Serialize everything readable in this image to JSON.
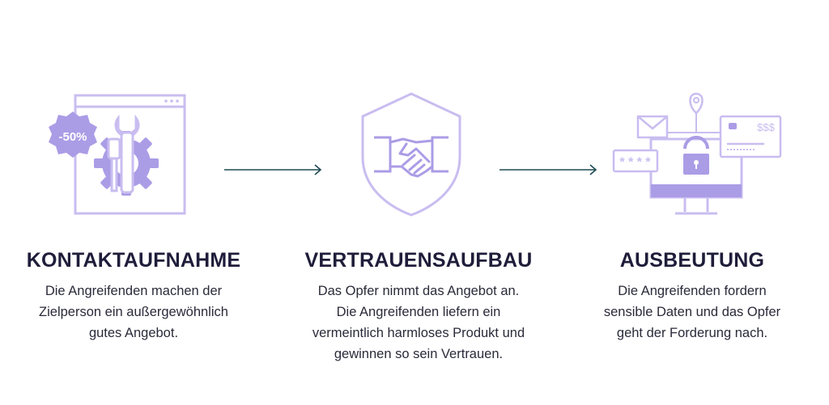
{
  "steps": [
    {
      "title": "KONTAKTAUFNAHME",
      "lines": [
        "Die Angreifenden machen der",
        "Zielperson ein außergewöhnlich",
        "gutes Angebot."
      ],
      "badge": "-50%"
    },
    {
      "title": "VERTRAUENSAUFBAU",
      "lines": [
        "Das Opfer nimmt das Angebot an.",
        "Die Angreifenden liefern ein",
        "vermeintlich harmloses Produkt und",
        "gewinnen so sein Vertrauen."
      ]
    },
    {
      "title": "AUSBEUTUNG",
      "lines": [
        "Die Angreifenden fordern",
        "sensible Daten und das Opfer",
        "geht der Forderung nach."
      ],
      "password_mask": "****",
      "currency_text": "$$$"
    }
  ],
  "colors": {
    "icon_stroke": "#c9bdf0",
    "icon_fill": "#ab9ce6",
    "arrow": "#1c4a52",
    "title": "#1f1d3a"
  }
}
